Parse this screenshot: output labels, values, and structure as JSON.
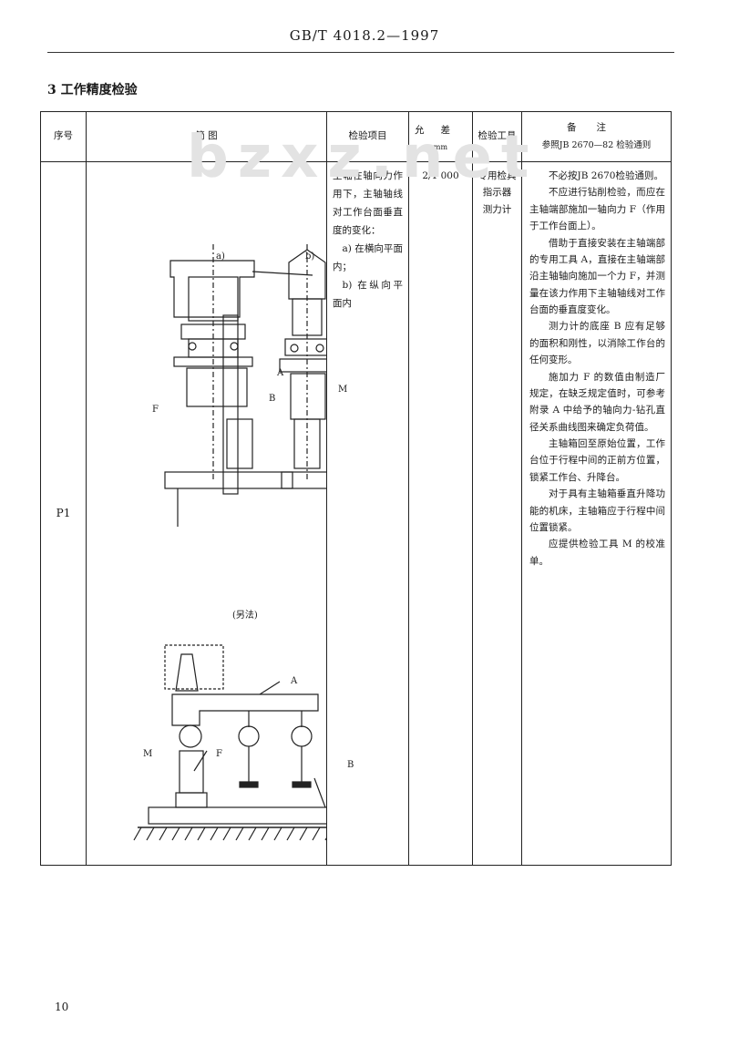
{
  "header": {
    "standard": "GB/T 4018.2—1997"
  },
  "section_title": "3  工作精度检验",
  "table": {
    "headers": {
      "no": "序号",
      "figure": "简  图",
      "item": "检验项目",
      "tolerance": "允差",
      "tolerance_unit": "mm",
      "tools": "检验工具",
      "remarks": "备注",
      "remarks_sub": "参照JB 2670—82 检验通则"
    },
    "row": {
      "no": "P1",
      "figure_labels": {
        "a": "a)",
        "b": "b)",
        "alt": "(另法)",
        "A": "A",
        "B": "B",
        "M": "M",
        "F": "F",
        "F_bottom": "F"
      },
      "item_lines": [
        "主轴在轴向力作用下，主轴轴线对工作台面垂直度的变化：",
        "a) 在横向平面内；",
        "b) 在纵向平面内"
      ],
      "tolerance": "2/1 000",
      "tools": [
        "专用检具",
        "指示器",
        "测力计"
      ],
      "notes": [
        "不必按JB 2670检验通则。",
        "不应进行钻削检验，而应在主轴端部施加一轴向力 F（作用于工作台面上）。",
        "借助于直接安装在主轴端部的专用工具 A，直接在主轴端部沿主轴轴向施加一个力 F，并测量在该力作用下主轴轴线对工作台面的垂直度变化。",
        "测力计的底座 B 应有足够的面积和刚性，以消除工作台的任何变形。",
        "施加力 F 的数值由制造厂规定，在缺乏规定值时，可参考附录 A 中给予的轴向力-钻孔直径关系曲线图来确定负荷值。",
        "主轴箱回至原始位置，工作台位于行程中间的正前方位置，锁紧工作台、升降台。",
        "对于具有主轴箱垂直升降功能的机床，主轴箱应于行程中间位置锁紧。",
        "应提供检验工具 M 的校准单。"
      ]
    }
  },
  "watermark": "bzxz.net",
  "page_number": "10"
}
